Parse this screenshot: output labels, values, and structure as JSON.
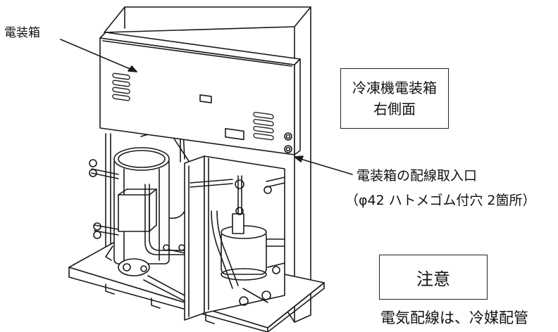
{
  "labels": {
    "electrical_box": "電装箱",
    "wiring_port_line1": "電装箱の配線取入口",
    "wiring_port_line2": "（φ42 ハトメゴム付穴 2箇所）",
    "note_text": "電気配線は、冷媒配管"
  },
  "side_box": {
    "line1": "冷凍機電装箱",
    "line2": "右側面"
  },
  "caution": {
    "title": "注意"
  }
}
